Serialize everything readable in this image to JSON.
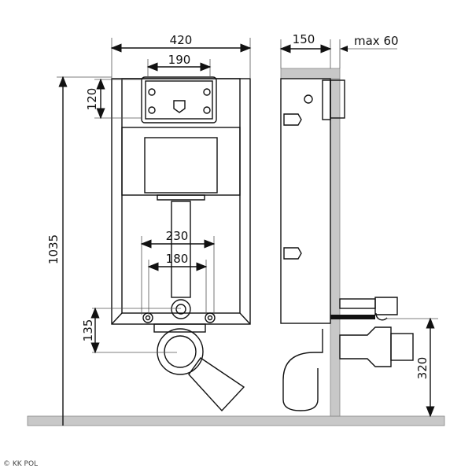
{
  "dimensions": {
    "width_frame": "420",
    "width_top_box": "190",
    "height_top_box": "120",
    "total_height": "1035",
    "outer_spacing": "230",
    "inner_spacing": "180",
    "drain_height": "135",
    "depth": "150",
    "wall_gap": "max 60",
    "outlet_height": "320"
  },
  "credit": "© KK POL"
}
